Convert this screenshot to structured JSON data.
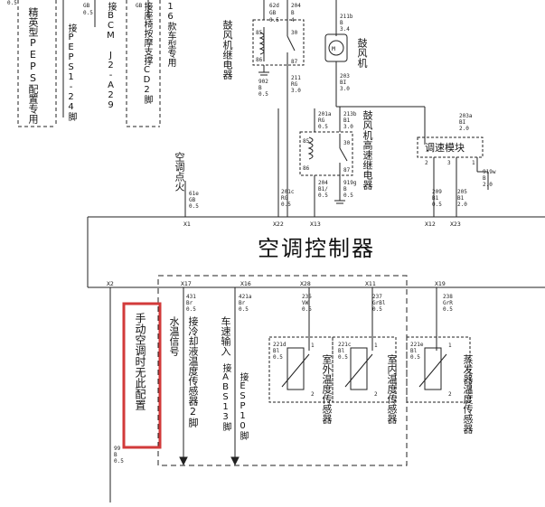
{
  "top_left": {
    "pepsa_note": "精英型PEPS配置专用",
    "peps_pin": "接PEPS1-24脚",
    "bcm_pin": "接BCM J2-A29",
    "massage_pin": "接座椅按摩支撑CD2脚",
    "model_note": "16款车型专用",
    "wire_gb1": "GB",
    "wire_gb2": "GB",
    "wire_05a": "0.5",
    "wire_05b": "0.5"
  },
  "relay1": {
    "name": "鼓风机继电器",
    "pins": [
      "85",
      "86",
      "30",
      "87"
    ],
    "wire_a": [
      "62d",
      "GB",
      "0.5"
    ],
    "wire_b": [
      "204",
      "B",
      "4"
    ],
    "wire_c": [
      "902",
      "B",
      "0.5"
    ],
    "wire_d": [
      "211",
      "RG",
      "3.0"
    ]
  },
  "blower": {
    "name": "鼓风机",
    "wire_top": [
      "211b",
      "B",
      "3.4"
    ],
    "wire_bot": [
      "203",
      "BI",
      "3.0"
    ]
  },
  "relay2": {
    "name": "鼓风机高速继电器",
    "pins": [
      "85",
      "86",
      "30",
      "87"
    ],
    "wire_a": [
      "201a",
      "RG",
      "0.5"
    ],
    "wire_b": [
      "213b",
      "B1",
      "3.0"
    ],
    "wire_c": [
      "204",
      "B1/",
      "0.5"
    ],
    "wire_d": [
      "919g",
      "B",
      "0.5"
    ]
  },
  "speed_module": {
    "name": "调速模块",
    "pins": [
      "2",
      "3",
      "1"
    ],
    "wire_top": [
      "203a",
      "BI",
      "2.0"
    ],
    "wire_209": [
      "209",
      "B1",
      "0.5"
    ],
    "wire_205": [
      "205",
      "B1",
      "2.0"
    ],
    "wire_919": [
      "919w",
      "B",
      "2.0"
    ]
  },
  "controller": {
    "name": "空调控制器",
    "top_pins": [
      "X1",
      "X22",
      "X13",
      "X12",
      "X23"
    ],
    "bottom_pins": [
      "X2",
      "X17",
      "X16",
      "X28",
      "X11",
      "X19"
    ],
    "ac_signal": "空调点火",
    "wire_x1": [
      "61e",
      "GB",
      "0.5"
    ],
    "wire_x22": [
      "201c",
      "RG",
      "0.5"
    ]
  },
  "bottom": {
    "highlight_note": "手动空调时无此配置",
    "water_temp": "水温信号",
    "coolant_sensor": "接冷却液温度传感器2脚",
    "speed_input": "车速输入",
    "abs_pin": "接ABS13脚",
    "esp_pin": "接ESP10脚",
    "outside_sensor": "室外温度传感器",
    "inside_sensor": "室内温度传感器",
    "evap_sensor": "蒸发器温度传感器",
    "wire_x17": [
      "431",
      "Br",
      "0.5"
    ],
    "wire_x16": [
      "421a",
      "Br",
      "0.5"
    ],
    "wire_x28": [
      "235",
      "VW",
      "0.5"
    ],
    "wire_x11": [
      "237",
      "GrBl",
      "0.5"
    ],
    "wire_x19": [
      "238",
      "GrR",
      "0.5"
    ],
    "wire_221d": [
      "221d",
      "Bl",
      "0.5"
    ],
    "wire_221c": [
      "221c",
      "Bl",
      "0.5"
    ],
    "wire_221e": [
      "221e",
      "Bl",
      "0.5"
    ],
    "wire_x2": [
      "99",
      "B",
      "0.5"
    ],
    "sensor_pins": [
      "1",
      "2"
    ]
  }
}
